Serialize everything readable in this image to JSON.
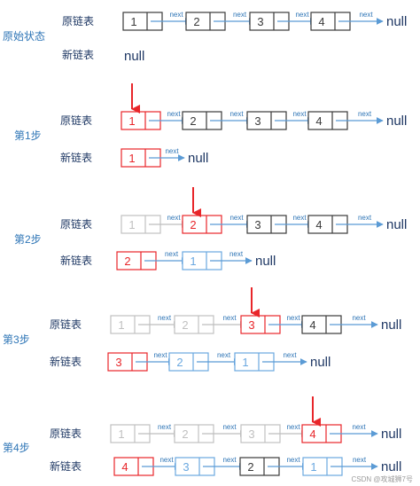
{
  "colors": {
    "normal": "#3a3a3a",
    "faded": "#c0c0c0",
    "current": "#e8262a",
    "moved": "#6aa8e0",
    "arrow": "#5b9bd5",
    "arrow_faded": "#bdbdbd",
    "pointer": "#e8262a",
    "text": "#1f3864",
    "step_text": "#2e75b6"
  },
  "labels": {
    "orig": "原链表",
    "new": "新链表",
    "next": "next",
    "null": "null"
  },
  "watermark": "CSDN @攻城狮7号",
  "stages": [
    {
      "title": "原始状态",
      "orig": [
        {
          "value": "1",
          "style": "normal"
        },
        {
          "value": "2",
          "style": "normal"
        },
        {
          "value": "3",
          "style": "normal"
        },
        {
          "value": "4",
          "style": "normal"
        }
      ],
      "orig_links": [
        "normal",
        "normal",
        "normal",
        "normal"
      ],
      "new": [],
      "new_links": [],
      "pointer": null
    },
    {
      "title": "第1步",
      "orig": [
        {
          "value": "1",
          "style": "current"
        },
        {
          "value": "2",
          "style": "normal"
        },
        {
          "value": "3",
          "style": "normal"
        },
        {
          "value": "4",
          "style": "normal"
        }
      ],
      "orig_links": [
        "normal",
        "normal",
        "normal",
        "normal"
      ],
      "new": [
        {
          "value": "1",
          "style": "current"
        }
      ],
      "new_links": [
        "normal"
      ],
      "pointer": 0
    },
    {
      "title": "第2步",
      "orig": [
        {
          "value": "1",
          "style": "faded"
        },
        {
          "value": "2",
          "style": "current"
        },
        {
          "value": "3",
          "style": "normal"
        },
        {
          "value": "4",
          "style": "normal"
        }
      ],
      "orig_links": [
        "faded",
        "normal",
        "normal",
        "normal"
      ],
      "new": [
        {
          "value": "2",
          "style": "current"
        },
        {
          "value": "1",
          "style": "moved"
        }
      ],
      "new_links": [
        "normal",
        "normal"
      ],
      "pointer": 1
    },
    {
      "title": "第3步",
      "orig": [
        {
          "value": "1",
          "style": "faded"
        },
        {
          "value": "2",
          "style": "faded"
        },
        {
          "value": "3",
          "style": "current"
        },
        {
          "value": "4",
          "style": "normal"
        }
      ],
      "orig_links": [
        "faded",
        "faded",
        "normal",
        "normal"
      ],
      "new": [
        {
          "value": "3",
          "style": "current"
        },
        {
          "value": "2",
          "style": "moved"
        },
        {
          "value": "1",
          "style": "moved"
        }
      ],
      "new_links": [
        "normal",
        "normal",
        "normal"
      ],
      "pointer": 2
    },
    {
      "title": "第4步",
      "orig": [
        {
          "value": "1",
          "style": "faded"
        },
        {
          "value": "2",
          "style": "faded"
        },
        {
          "value": "3",
          "style": "faded"
        },
        {
          "value": "4",
          "style": "current"
        }
      ],
      "orig_links": [
        "faded",
        "faded",
        "faded",
        "normal"
      ],
      "new": [
        {
          "value": "4",
          "style": "current"
        },
        {
          "value": "3",
          "style": "moved"
        },
        {
          "value": "2",
          "style": "normal"
        },
        {
          "value": "1",
          "style": "moved"
        }
      ],
      "new_links": [
        "normal",
        "normal",
        "normal",
        "normal"
      ],
      "pointer": 3
    }
  ]
}
